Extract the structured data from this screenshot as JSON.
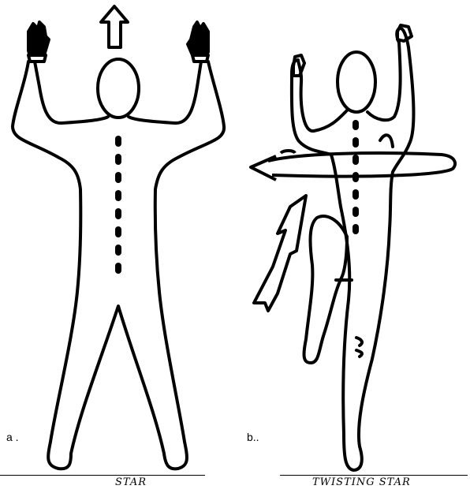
{
  "panels": [
    {
      "label": "a .",
      "caption": "STAR"
    },
    {
      "label": "b..",
      "caption": "TWISTING STAR"
    }
  ],
  "colors": {
    "ink": "#000000",
    "paper": "#ffffff"
  }
}
